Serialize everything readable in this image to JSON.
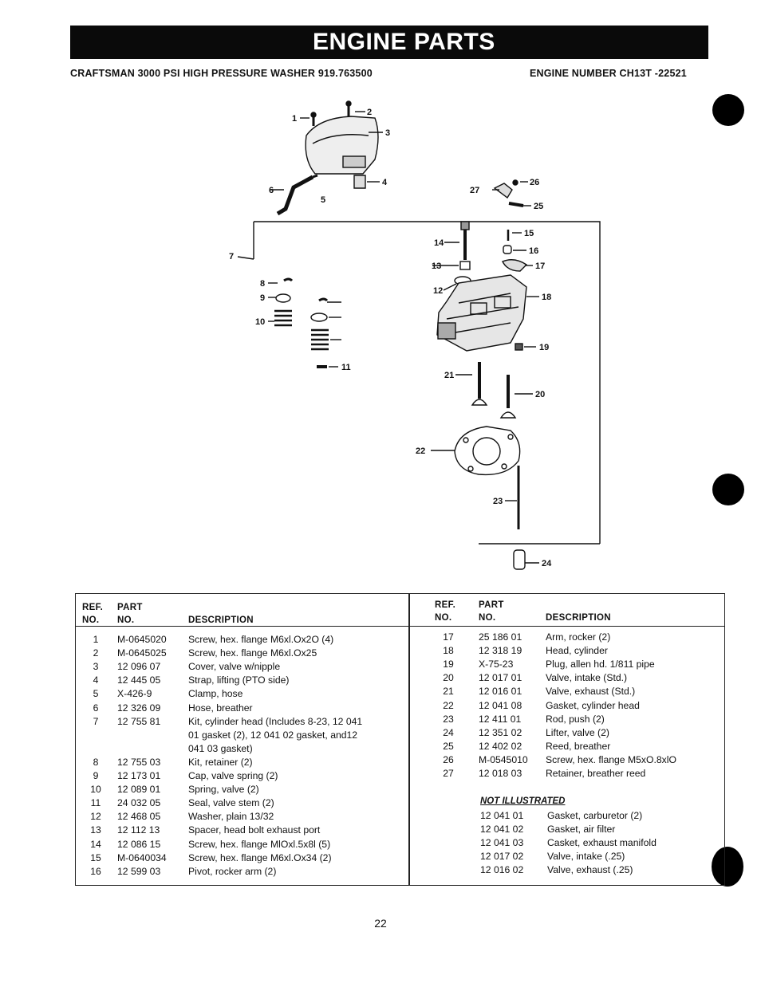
{
  "header": {
    "title": "ENGINE PARTS",
    "model_line": "CRAFTSMAN 3000 PSI HIGH PRESSURE WASHER 919.763500",
    "engine_line": "ENGINE NUMBER CH13T -22521"
  },
  "diagram": {
    "callouts": [
      "1",
      "2",
      "3",
      "4",
      "5",
      "6",
      "7",
      "8",
      "9",
      "10",
      "11",
      "12",
      "13",
      "14",
      "15",
      "16",
      "17",
      "18",
      "19",
      "20",
      "21",
      "22",
      "23",
      "24",
      "25",
      "26",
      "27"
    ]
  },
  "table": {
    "left_header": {
      "ref1": "REF.",
      "ref2": "NO.",
      "part1": "PART",
      "part2": "NO.",
      "desc": "DESCRIPTION"
    },
    "right_header": {
      "ref1": "REF.",
      "ref2": "NO.",
      "part1": "PART",
      "part2": "NO.",
      "desc": "DESCRIPTION"
    },
    "left_rows": [
      {
        "ref": "1",
        "part": "M-0645020",
        "desc": "Screw, hex. flange M6xl.Ox2O (4)"
      },
      {
        "ref": "2",
        "part": "M-0645025",
        "desc": "Screw, hex. flange M6xl.Ox25"
      },
      {
        "ref": "3",
        "part": "12 096 07",
        "desc": "Cover, valve w/nipple"
      },
      {
        "ref": "4",
        "part": "12 445 05",
        "desc": "Strap, lifting (PTO side)"
      },
      {
        "ref": "5",
        "part": "X-426-9",
        "desc": "Clamp, hose"
      },
      {
        "ref": "6",
        "part": "12 326 09",
        "desc": "Hose, breather"
      },
      {
        "ref": "7",
        "part": "12 755 81",
        "desc": "Kit, cylinder head (Includes 8-23, 12 041"
      },
      {
        "ref": "",
        "part": "",
        "desc": "01 gasket (2), 12 041 02 gasket, and12"
      },
      {
        "ref": "",
        "part": "",
        "desc": "041 03 gasket)"
      },
      {
        "ref": "8",
        "part": "12 755 03",
        "desc": "Kit, retainer (2)"
      },
      {
        "ref": "9",
        "part": "12 173 01",
        "desc": "Cap, valve spring (2)"
      },
      {
        "ref": "10",
        "part": "12 089 01",
        "desc": "Spring, valve (2)"
      },
      {
        "ref": "11",
        "part": "24 032 05",
        "desc": "Seal, valve stem (2)"
      },
      {
        "ref": "12",
        "part": "12 468 05",
        "desc": "Washer, plain 13/32"
      },
      {
        "ref": "13",
        "part": "12 112 13",
        "desc": "Spacer, head bolt exhaust port"
      },
      {
        "ref": "14",
        "part": "12 086 15",
        "desc": "Screw, hex. flange MlOxl.5x8l (5)"
      },
      {
        "ref": "15",
        "part": "M-0640034",
        "desc": "Screw, hex. flange M6xl.Ox34 (2)"
      },
      {
        "ref": "16",
        "part": "12 599 03",
        "desc": "Pivot, rocker arm (2)"
      }
    ],
    "right_rows": [
      {
        "ref": "17",
        "part": "25 186 01",
        "desc": "Arm, rocker (2)"
      },
      {
        "ref": "18",
        "part": "12 318 19",
        "desc": "Head, cylinder"
      },
      {
        "ref": "19",
        "part": "X-75-23",
        "desc": "Plug, allen hd. 1/811 pipe"
      },
      {
        "ref": "20",
        "part": "12 017 01",
        "desc": "Valve, intake (Std.)"
      },
      {
        "ref": "21",
        "part": "12 016 01",
        "desc": "Valve, exhaust (Std.)"
      },
      {
        "ref": "22",
        "part": "12 041 08",
        "desc": "Gasket, cylinder head"
      },
      {
        "ref": "23",
        "part": "12 411 01",
        "desc": "Rod, push (2)"
      },
      {
        "ref": "24",
        "part": "12 351 02",
        "desc": "Lifter, valve (2)"
      },
      {
        "ref": "25",
        "part": "12 402 02",
        "desc": "Reed, breather"
      },
      {
        "ref": "26",
        "part": "M-0545010",
        "desc": "Screw, hex. flange M5xO.8xlO"
      },
      {
        "ref": "27",
        "part": "12 018 03",
        "desc": "Retainer, breather reed"
      }
    ],
    "not_illustrated_title": "NOT ILLUSTRATED",
    "not_illustrated_rows": [
      {
        "part": "12 041 01",
        "desc": "Gasket, carburetor (2)"
      },
      {
        "part": "12 041 02",
        "desc": "Gasket, air filter"
      },
      {
        "part": "12 041 03",
        "desc": "Casket, exhaust manifold"
      },
      {
        "part": "12 017 02",
        "desc": "Valve, intake (.25)"
      },
      {
        "part": "12 016 02",
        "desc": "Valve, exhaust (.25)"
      }
    ]
  },
  "page_number": "22"
}
